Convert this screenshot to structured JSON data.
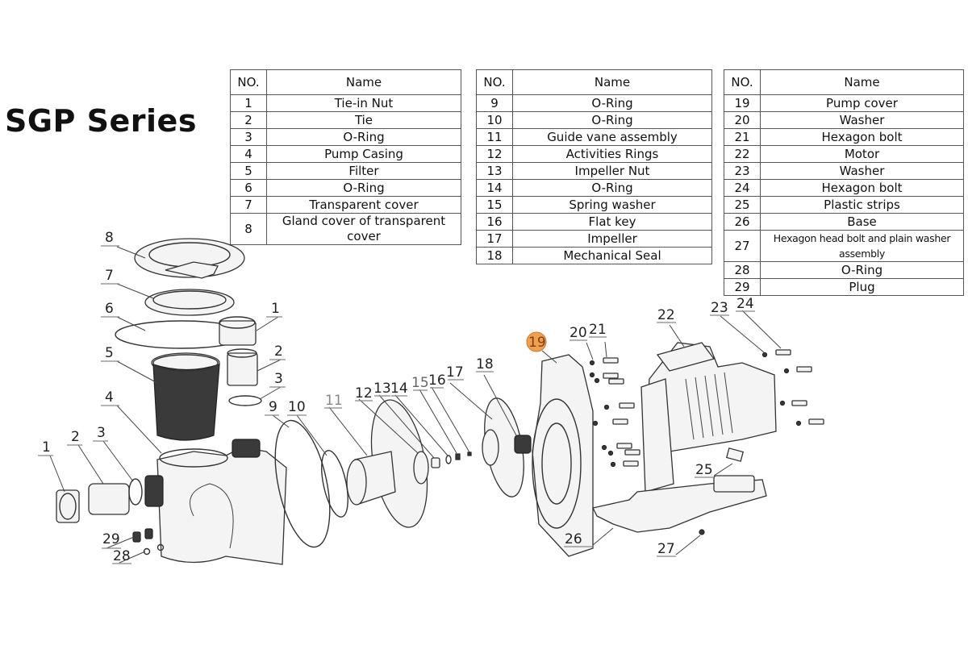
{
  "title": "SGP Series",
  "highlight_color": "#f0a050",
  "highlighted_part": "19",
  "tables": [
    {
      "headers": {
        "no": "NO.",
        "name": "Name"
      },
      "rows": [
        {
          "no": "1",
          "name": "Tie-in Nut"
        },
        {
          "no": "2",
          "name": "Tie"
        },
        {
          "no": "3",
          "name": "O-Ring"
        },
        {
          "no": "4",
          "name": "Pump Casing"
        },
        {
          "no": "5",
          "name": "Filter"
        },
        {
          "no": "6",
          "name": "O-Ring"
        },
        {
          "no": "7",
          "name": "Transparent cover"
        },
        {
          "no": "8",
          "name": "Gland cover of transparent cover"
        }
      ]
    },
    {
      "headers": {
        "no": "NO.",
        "name": "Name"
      },
      "rows": [
        {
          "no": "9",
          "name": "O-Ring"
        },
        {
          "no": "10",
          "name": "O-Ring"
        },
        {
          "no": "11",
          "name": "Guide vane assembly"
        },
        {
          "no": "12",
          "name": "Activities Rings"
        },
        {
          "no": "13",
          "name": "Impeller Nut"
        },
        {
          "no": "14",
          "name": "O-Ring"
        },
        {
          "no": "15",
          "name": "Spring washer"
        },
        {
          "no": "16",
          "name": "Flat key"
        },
        {
          "no": "17",
          "name": "Impeller"
        },
        {
          "no": "18",
          "name": "Mechanical Seal"
        }
      ]
    },
    {
      "headers": {
        "no": "NO.",
        "name": "Name"
      },
      "rows": [
        {
          "no": "19",
          "name": "Pump cover"
        },
        {
          "no": "20",
          "name": "Washer"
        },
        {
          "no": "21",
          "name": "Hexagon bolt"
        },
        {
          "no": "22",
          "name": "Motor"
        },
        {
          "no": "23",
          "name": "Washer"
        },
        {
          "no": "24",
          "name": "Hexagon bolt"
        },
        {
          "no": "25",
          "name": "Plastic strips"
        },
        {
          "no": "26",
          "name": "Base"
        },
        {
          "no": "27",
          "name": "Hexagon head bolt and plain washer assembly"
        },
        {
          "no": "28",
          "name": "O-Ring"
        },
        {
          "no": "29",
          "name": "Plug"
        }
      ]
    }
  ],
  "callouts": {
    "c8": "8",
    "c7": "7",
    "c6": "6",
    "c1a": "1",
    "c5": "5",
    "c2a": "2",
    "c3a": "3",
    "c4": "4",
    "c1b": "1",
    "c2b": "2",
    "c3b": "3",
    "c9": "9",
    "c10": "10",
    "c11": "11",
    "c12": "12",
    "c13": "13",
    "c14": "14",
    "c15": "15",
    "c16": "16",
    "c17": "17",
    "c18": "18",
    "c19": "19",
    "c20": "20",
    "c21": "21",
    "c22": "22",
    "c23": "23",
    "c24": "24",
    "c25": "25",
    "c26": "26",
    "c27": "27",
    "c28": "28",
    "c29": "29"
  }
}
